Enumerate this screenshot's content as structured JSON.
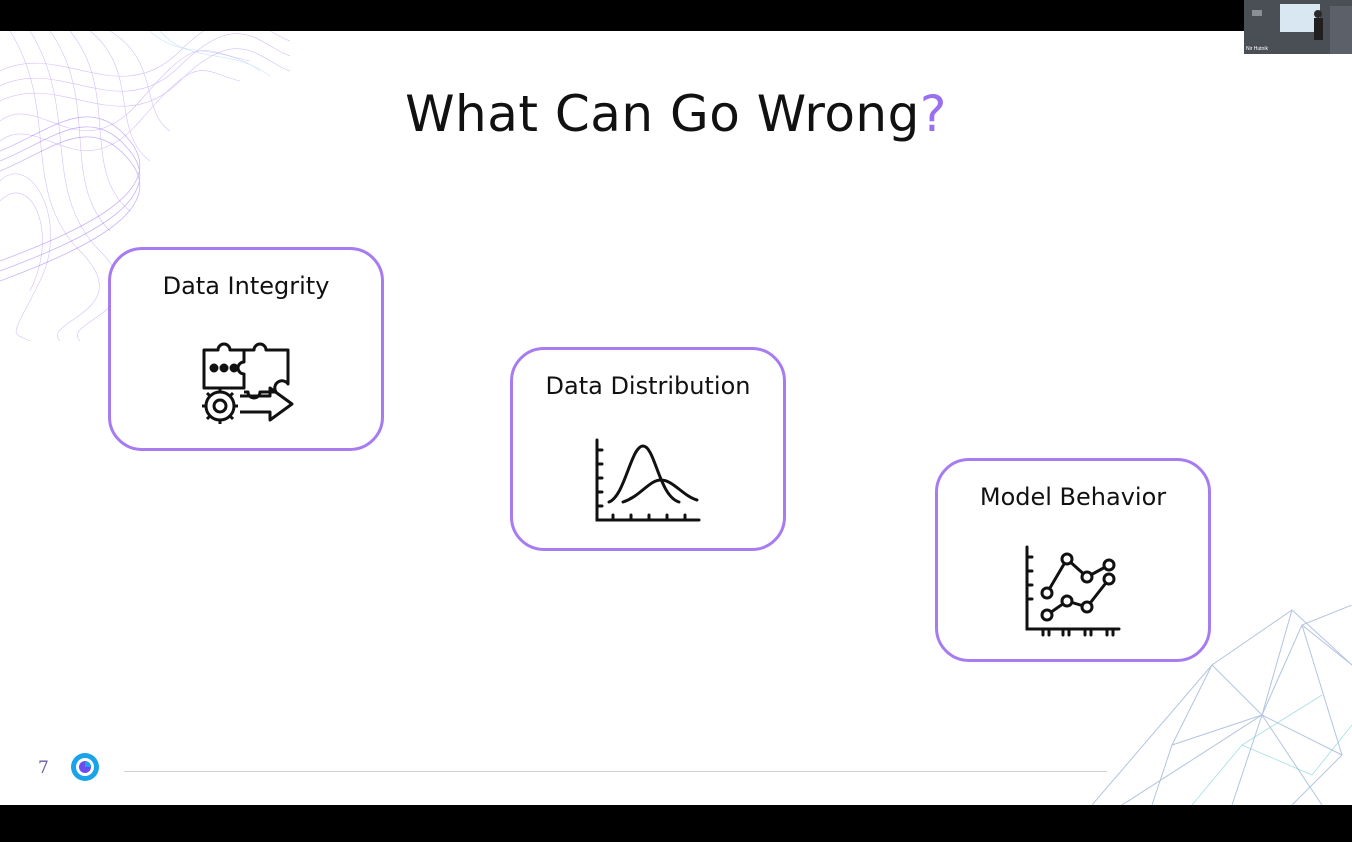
{
  "slide": {
    "title_main": "What Can Go Wrong",
    "title_accent": "?",
    "page_number": "7"
  },
  "cards": [
    {
      "label": "Data Integrity",
      "icon": "puzzle-gear-arrow-icon"
    },
    {
      "label": "Data Distribution",
      "icon": "distribution-curve-icon"
    },
    {
      "label": "Model Behavior",
      "icon": "line-chart-icon"
    }
  ],
  "video_overlay": {
    "participant_name": "Nir Hutnik"
  },
  "colors": {
    "accent": "#a77cf0",
    "title": "#111111",
    "background": "#ffffff",
    "frame": "#000000"
  }
}
